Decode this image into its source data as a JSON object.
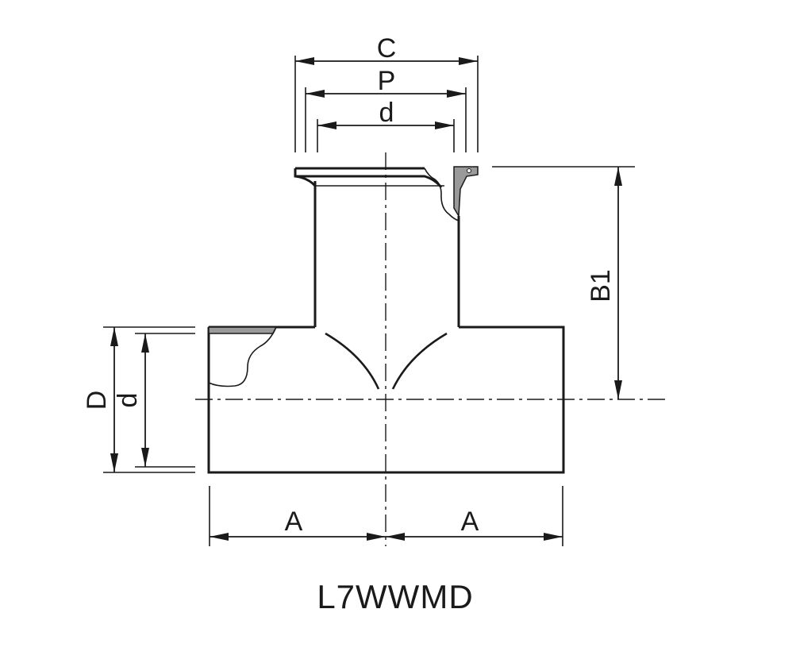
{
  "dimensions": {
    "C": "C",
    "P": "P",
    "d_top": "d",
    "B1": "B1",
    "D": "D",
    "d_left": "d",
    "A_left": "A",
    "A_right": "A"
  },
  "caption": "L7WWMD"
}
